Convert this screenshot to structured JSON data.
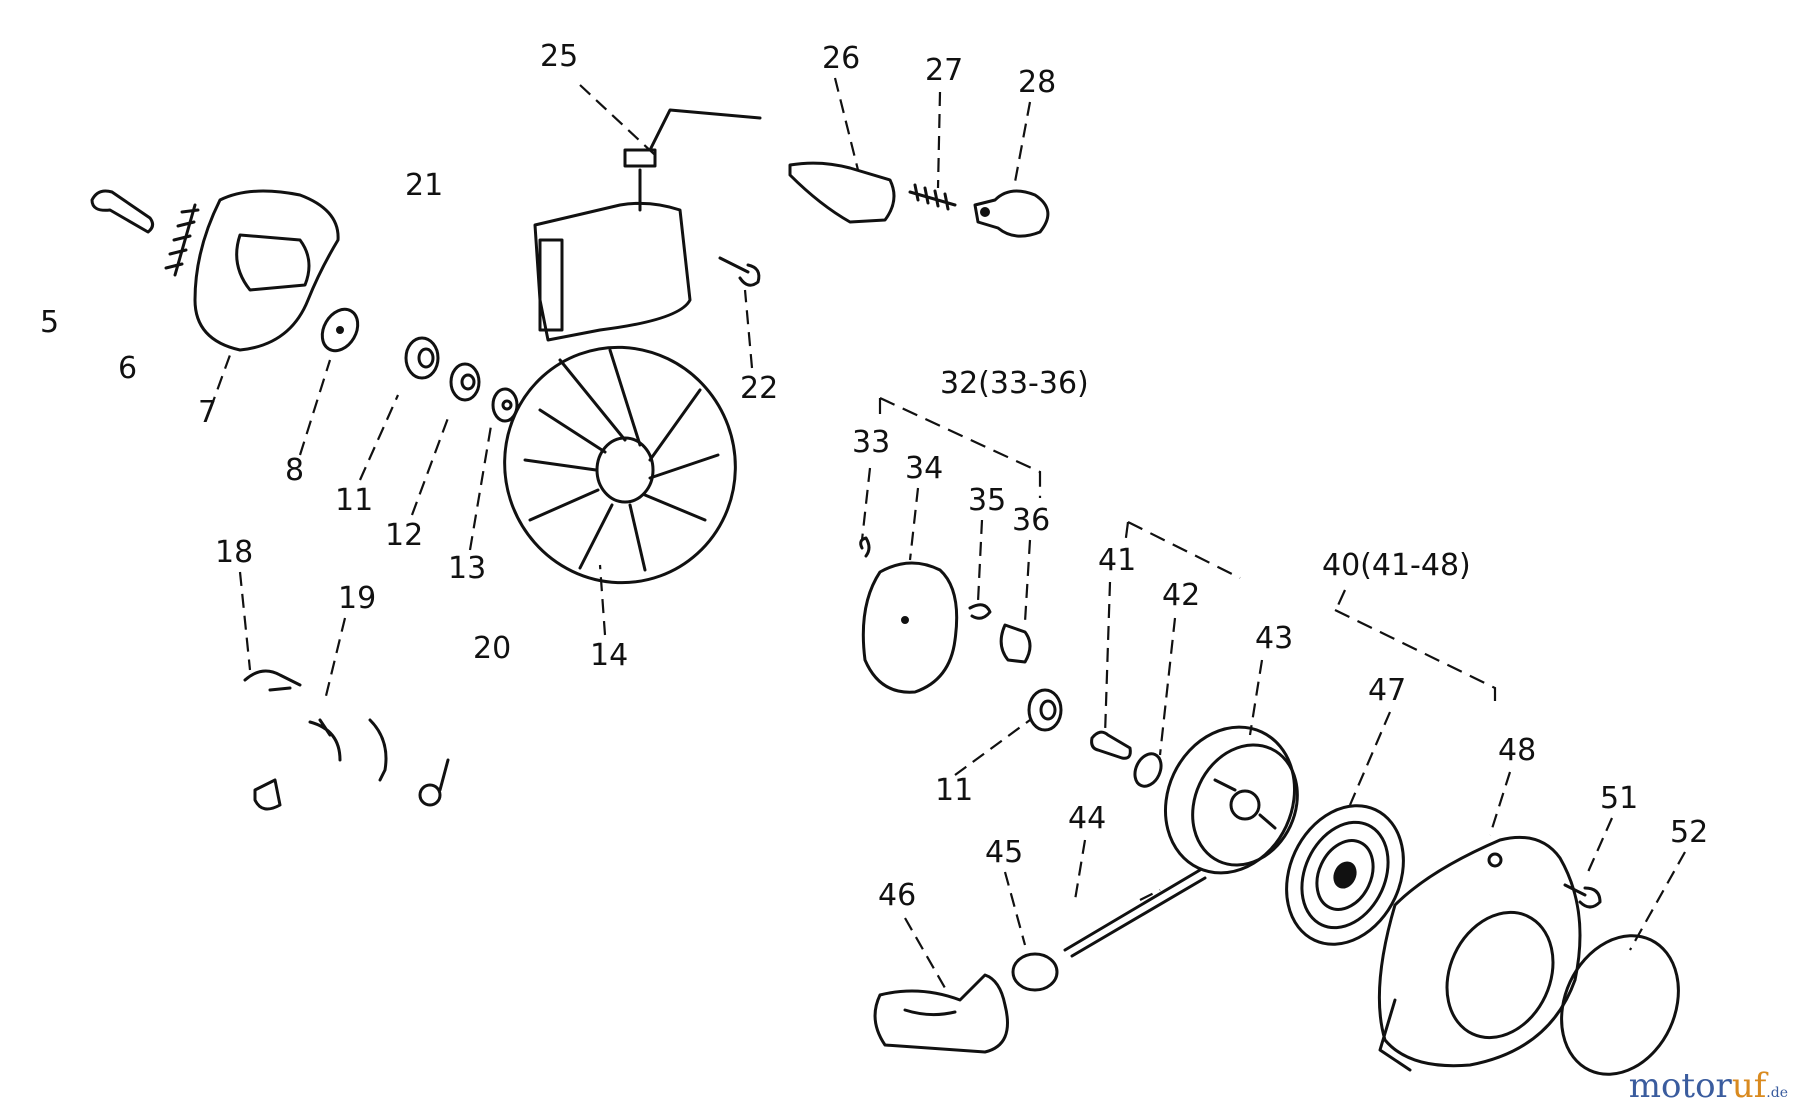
{
  "diagram": {
    "labels": [
      "25",
      "26",
      "27",
      "28",
      "21",
      "5",
      "6",
      "7",
      "8",
      "22",
      "11",
      "12",
      "13",
      "32(33-36)",
      "33",
      "34",
      "35",
      "36",
      "18",
      "19",
      "20",
      "14",
      "41",
      "42",
      "40(41-48)",
      "43",
      "47",
      "48",
      "11",
      "51",
      "52",
      "44",
      "45",
      "46"
    ]
  },
  "watermark": {
    "brand_blue": "motor",
    "brand_orange": "uf",
    "suffix": ".de"
  },
  "colors": {
    "line": "#111111",
    "watermark_blue": "#3a5c9e",
    "watermark_orange": "#d98a1f"
  }
}
